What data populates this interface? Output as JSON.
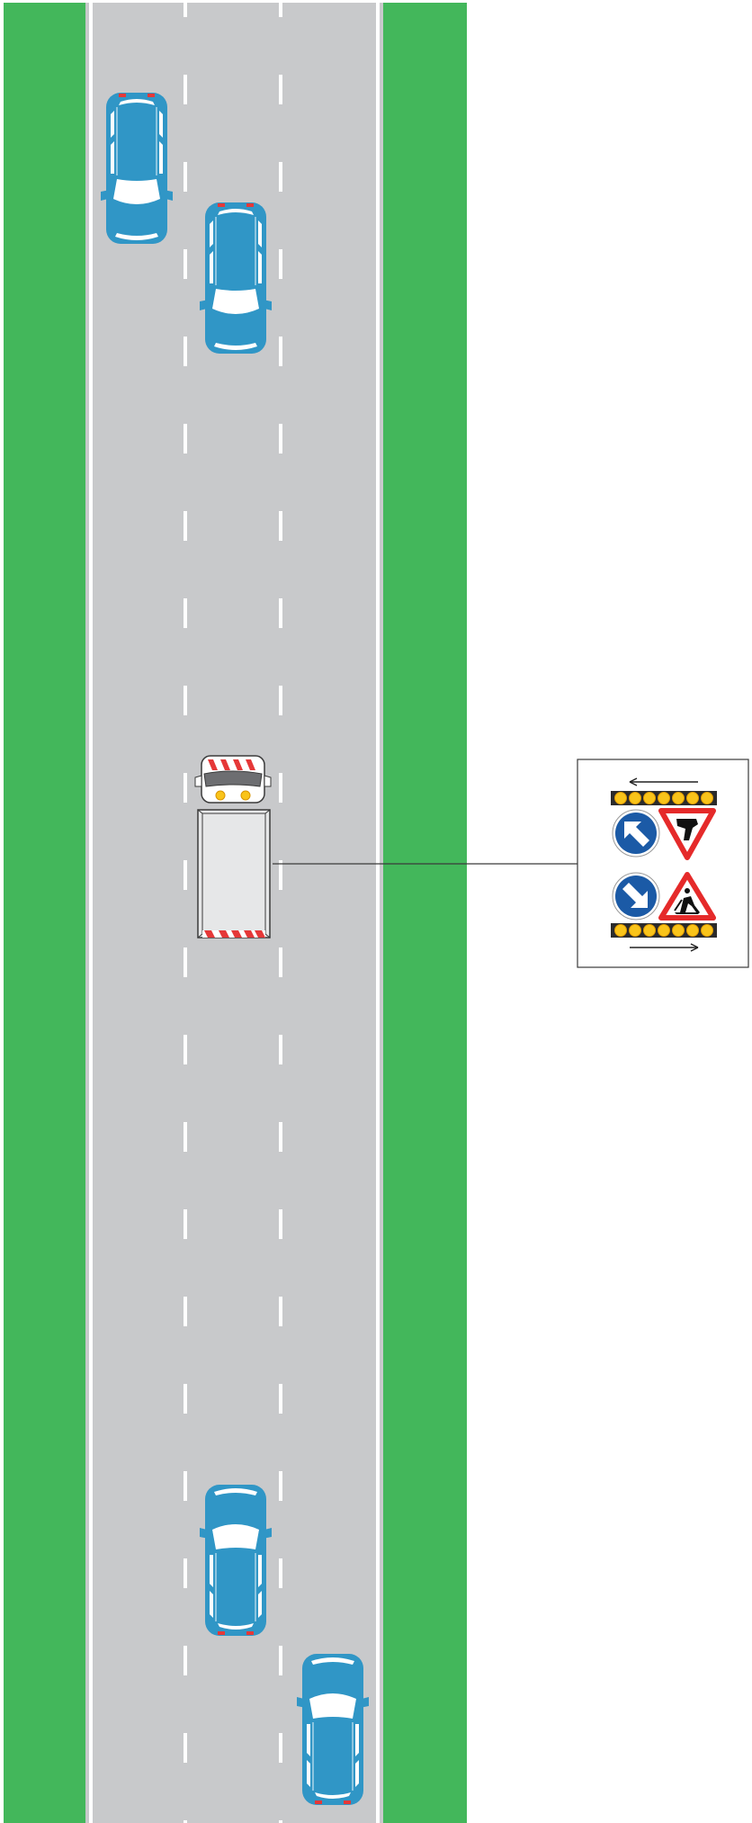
{
  "colors": {
    "grass": "#43b75b",
    "road": "#c8c9cb",
    "marking": "#ffffff",
    "car_body": "#3096c6",
    "car_light": "#e53838",
    "truck_body": "#e6e7e8",
    "truck_outline": "#3a3a3a",
    "beacon": "#f9c41a",
    "sign_blue": "#1b5aa6",
    "sign_red": "#e52a2a"
  },
  "scene": {
    "vehicles": [
      {
        "name": "car-upper-left",
        "kind": "car",
        "lane": "left",
        "heading": "down"
      },
      {
        "name": "car-upper-middle",
        "kind": "car",
        "lane": "middle",
        "heading": "down"
      },
      {
        "name": "impact-protection-vehicle",
        "kind": "truck",
        "lane": "middle",
        "heading": "up"
      },
      {
        "name": "car-lower-middle",
        "kind": "car",
        "lane": "middle",
        "heading": "up"
      },
      {
        "name": "car-lower-right",
        "kind": "car",
        "lane": "right",
        "heading": "up"
      }
    ],
    "rear_sign_panel": {
      "icons": [
        "arrow-left-icon",
        "keep-left-sign-icon",
        "give-way-sign-icon",
        "keep-right-sign-icon",
        "road-works-sign-icon",
        "arrow-right-icon"
      ],
      "lamps_per_row": 7
    }
  }
}
